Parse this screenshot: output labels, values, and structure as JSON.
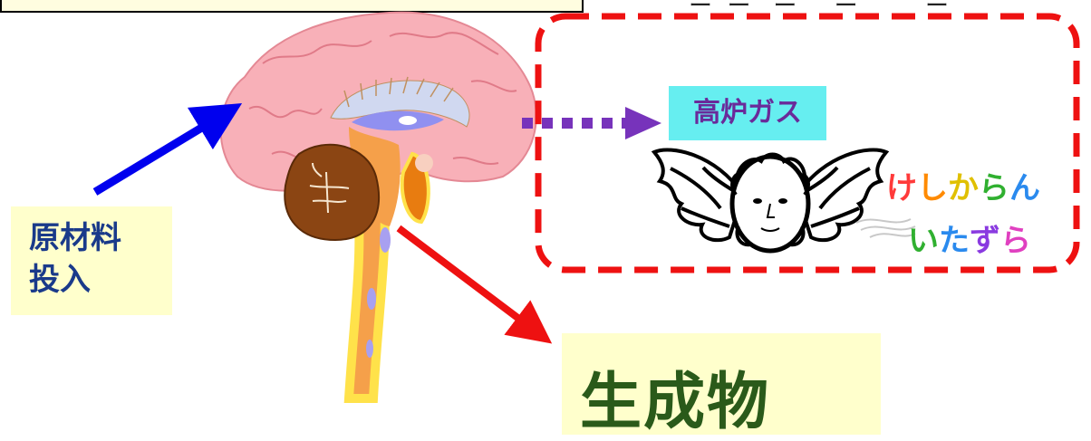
{
  "labels": {
    "raw_material_line1": "原材料",
    "raw_material_line2": "投入",
    "product": "生成物",
    "furnace_gas": "高炉ガス",
    "mischief_line1": "けしからん",
    "mischief_line2": "いたずら"
  },
  "colors": {
    "input_arrow": "#0000ee",
    "output_arrow": "#ee1111",
    "gas_arrow": "#7733bb",
    "dashed_box": "#ee1111",
    "label_bg": "#ffffcc",
    "gas_bg": "#66eef0",
    "brain": "#f8a8b0",
    "cerebellum": "#8b4513",
    "brainstem": "#f5a04a"
  },
  "icons": [
    "brain-illustration",
    "cherub-icon"
  ]
}
